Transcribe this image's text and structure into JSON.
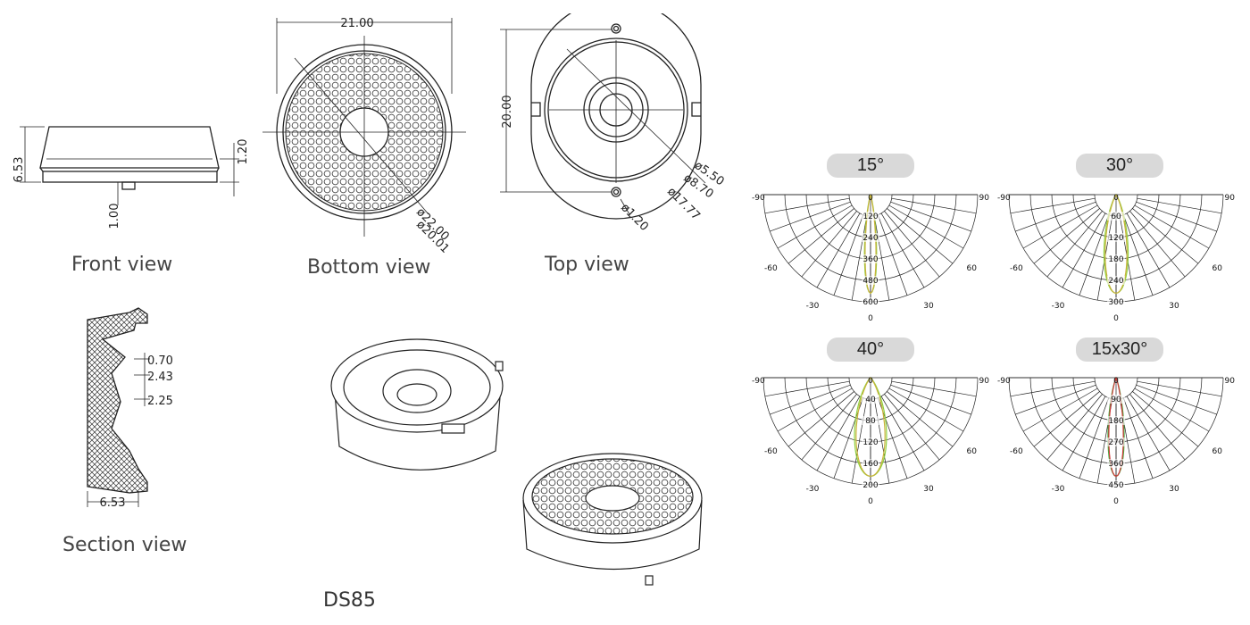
{
  "product_name": "DS85",
  "views": {
    "front": {
      "label": "Front view",
      "dims": {
        "height": "6.53",
        "flange": "1.20",
        "pin": "1.00"
      }
    },
    "bottom": {
      "label": "Bottom view",
      "dims": {
        "width": "21.00",
        "outer_dia": "ø22.00",
        "inner_dia": "ø20.01"
      }
    },
    "top": {
      "label": "Top view",
      "dims": {
        "height": "20.00",
        "d1": "ø5.50",
        "d2": "ø8.70",
        "d3": "ø17.77",
        "hole": "ø1.20"
      }
    },
    "section": {
      "label": "Section view",
      "dims": {
        "a": "0.70",
        "b": "2.43",
        "c": "2.25",
        "width": "6.53"
      }
    }
  },
  "polar_charts": {
    "angle_labels": {
      "left90": "-90",
      "right90": "90",
      "left60": "-60",
      "right60": "60",
      "left30": "-30",
      "right30": "30",
      "bottom": "0",
      "center": "0"
    },
    "charts": [
      {
        "label": "15°",
        "scale": [
          "120",
          "240",
          "360",
          "480",
          "600"
        ],
        "beam_half_angle_deg": 7.5,
        "colors": [
          "#8fd13f",
          "#c9b23a"
        ]
      },
      {
        "label": "30°",
        "scale": [
          "60",
          "120",
          "180",
          "240",
          "300"
        ],
        "beam_half_angle_deg": 15,
        "colors": [
          "#8fd13f",
          "#c9b23a"
        ]
      },
      {
        "label": "40°",
        "scale": [
          "40",
          "80",
          "120",
          "160",
          "200"
        ],
        "beam_half_angle_deg": 20,
        "colors": [
          "#8fd13f",
          "#c9b23a"
        ]
      },
      {
        "label": "15x30°",
        "scale": [
          "90",
          "180",
          "270",
          "360",
          "450"
        ],
        "beam_half_angle_deg": 10,
        "colors": [
          "#3fb03f",
          "#d23a3a"
        ]
      }
    ]
  }
}
